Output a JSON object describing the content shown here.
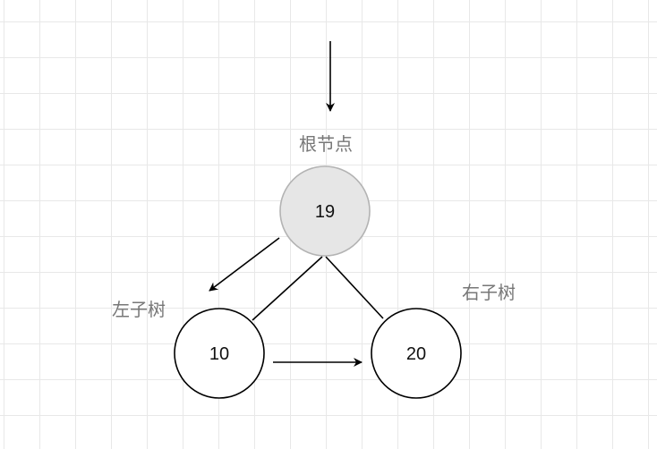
{
  "labels": {
    "root_caption": "根节点",
    "left_caption": "左子树",
    "right_caption": "右子树"
  },
  "nodes": {
    "root": "19",
    "left": "10",
    "right": "20"
  },
  "colors": {
    "root_fill": "#e6e6e6",
    "root_stroke": "#b3b3b3",
    "node_fill": "#ffffff",
    "node_stroke": "#000000",
    "caption": "#777777",
    "grid": "#e8e8e8"
  }
}
